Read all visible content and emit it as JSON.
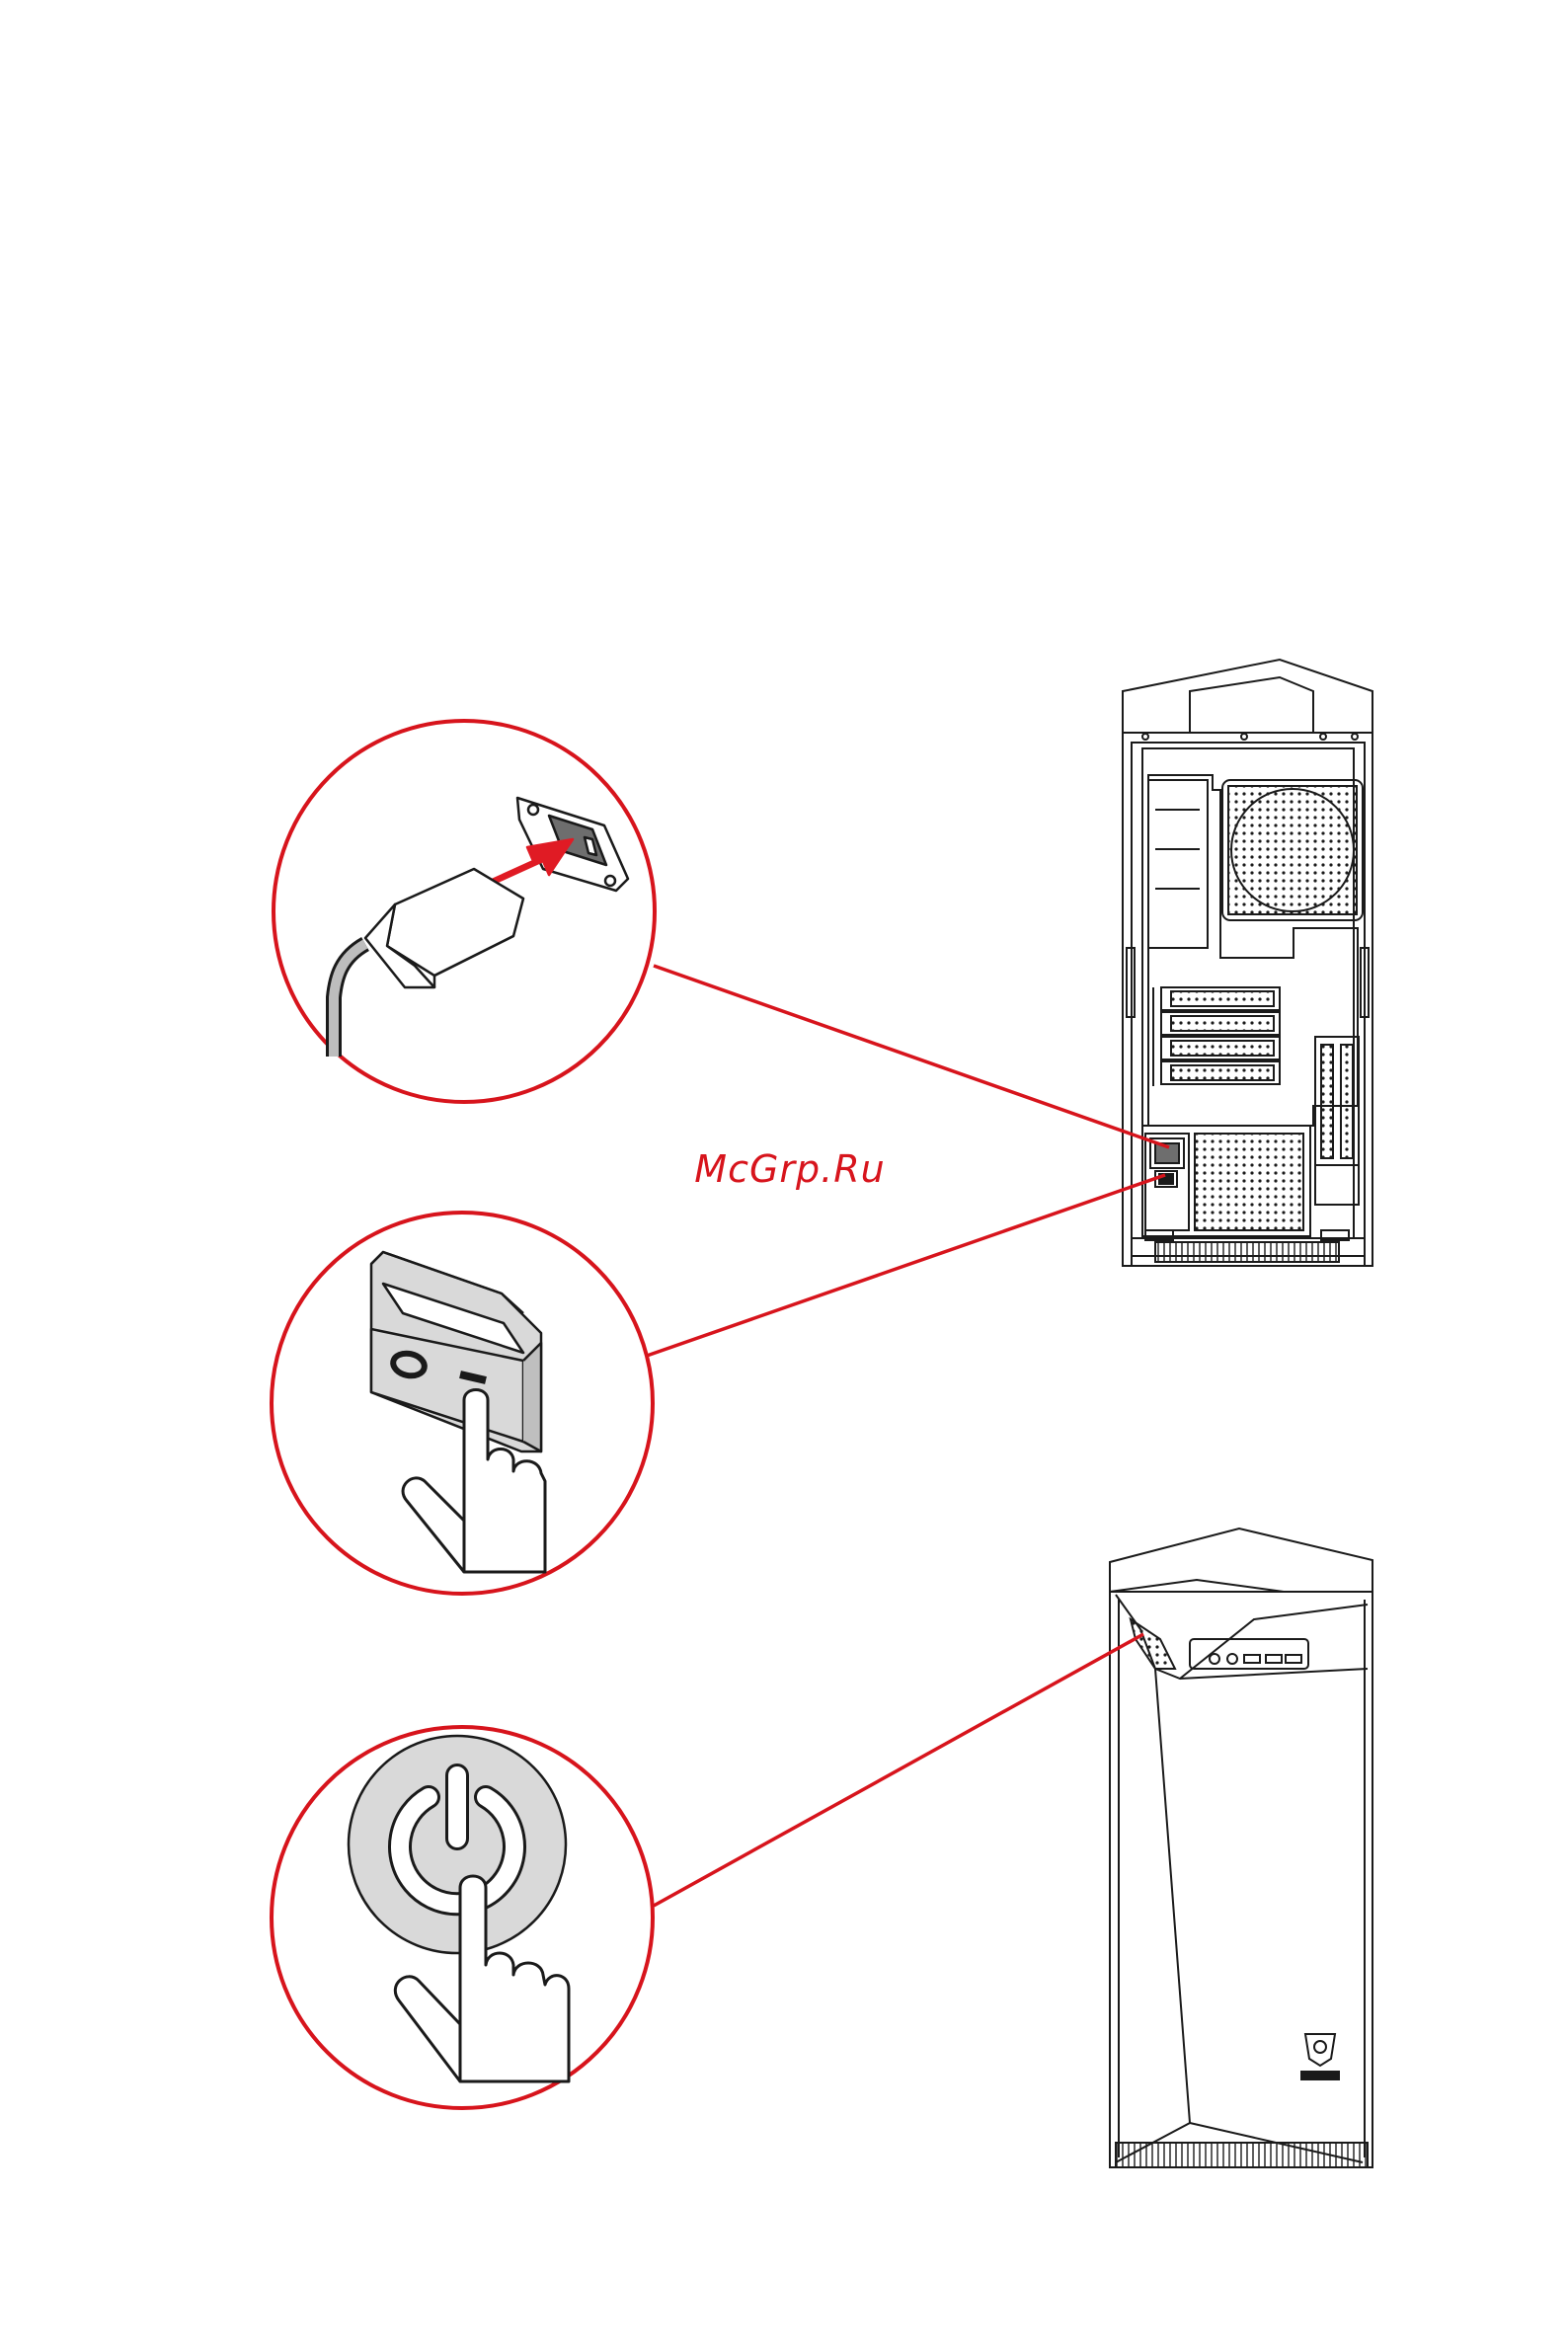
{
  "watermark": {
    "text": "McGrp.Ru"
  },
  "colors": {
    "callout_red": "#d7141c",
    "line_dark": "#1a1a1a",
    "panel_gray": "#d9d9d9",
    "hand_fill": "#ffffff",
    "arrow_red": "#e01b24",
    "socket_gray": "#6e6e6e"
  },
  "callouts": [
    {
      "id": "power-cord",
      "icon": "power-plug-icon"
    },
    {
      "id": "psu-switch",
      "icon": "rocker-switch-icon",
      "switch_symbols": [
        "O",
        "I"
      ]
    },
    {
      "id": "power-button",
      "icon": "power-button-icon"
    }
  ],
  "figures": [
    {
      "id": "case-rear",
      "icon": "pc-case-rear-icon"
    },
    {
      "id": "case-front",
      "icon": "pc-case-front-icon"
    }
  ]
}
